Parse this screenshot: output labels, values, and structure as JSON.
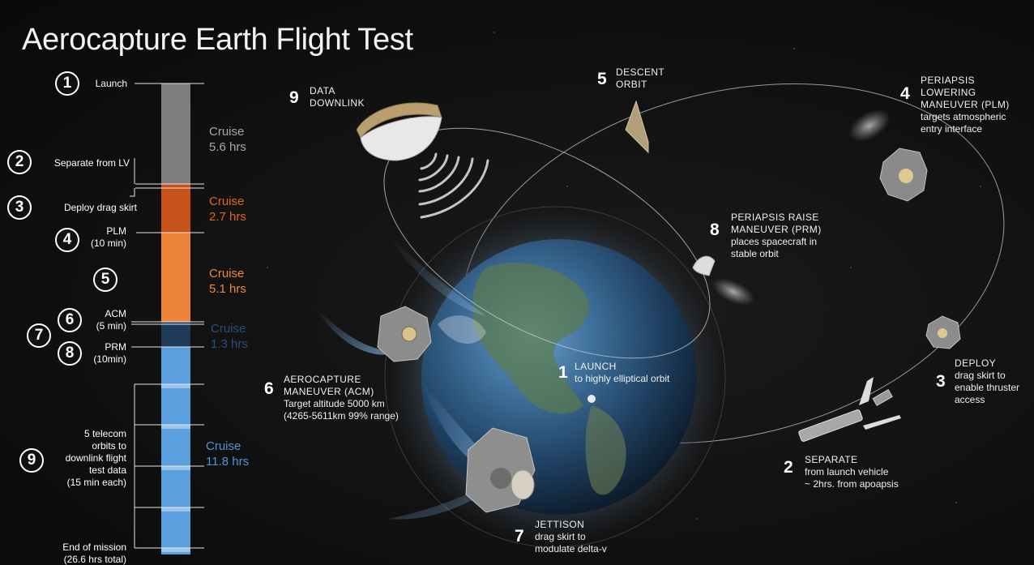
{
  "title": "Aerocapture Earth Flight Test",
  "timeline": {
    "markers": [
      {
        "num": "1",
        "label": "Launch"
      },
      {
        "num": "2",
        "label": "Separate from LV"
      },
      {
        "num": "3",
        "label": "Deploy drag skirt"
      },
      {
        "num": "4",
        "label": "PLM",
        "sub": "(10 min)"
      },
      {
        "num": "5"
      },
      {
        "num": "6",
        "label": "ACM",
        "sub": "(5 min)"
      },
      {
        "num": "7"
      },
      {
        "num": "8",
        "label": "PRM",
        "sub": "(10min)"
      },
      {
        "num": "9",
        "lines": [
          "5 telecom",
          "orbits to",
          "downlink flight",
          "test data",
          "(15 min each)"
        ]
      }
    ],
    "end": {
      "label": "End of mission",
      "sub": "(26.6 hrs total)"
    },
    "cruises": [
      {
        "label": "Cruise",
        "duration": "5.6 hrs",
        "color": "#9a9a9a"
      },
      {
        "label": "Cruise",
        "duration": "2.7 hrs",
        "color": "#e2661c"
      },
      {
        "label": "Cruise",
        "duration": "5.1 hrs",
        "color": "#ef8a3a"
      },
      {
        "label": "Cruise",
        "duration": "1.3 hrs",
        "color": "#2c4f7a"
      },
      {
        "label": "Cruise",
        "duration": "11.8 hrs",
        "color": "#4f95d6"
      }
    ],
    "bar_colors": {
      "cruise1": "#7d7d7d",
      "cruise2": "#c8531a",
      "cruise3": "#ee843a",
      "cruise4": "#1f3b5c",
      "cruise5": "#5aa0de"
    }
  },
  "steps": [
    {
      "num": "1",
      "title": "LAUNCH",
      "desc": [
        "to highly elliptical orbit"
      ]
    },
    {
      "num": "2",
      "title": "SEPARATE",
      "desc": [
        "from launch vehicle",
        "~ 2hrs. from apoapsis"
      ]
    },
    {
      "num": "3",
      "title": "DEPLOY",
      "desc": [
        "drag skirt to",
        "enable thruster",
        "access"
      ]
    },
    {
      "num": "4",
      "title": "PERIAPSIS",
      "title2": "LOWERING",
      "title3": "MANEUVER (PLM)",
      "desc": [
        "targets atmospheric",
        "entry interface"
      ]
    },
    {
      "num": "5",
      "title": "DESCENT",
      "title2": "ORBIT"
    },
    {
      "num": "6",
      "title": "AEROCAPTURE",
      "title2": "MANEUVER (ACM)",
      "desc": [
        "Target altitude 5000 km",
        "(4265-5611km 99% range)"
      ]
    },
    {
      "num": "7",
      "title": "JETTISON",
      "desc": [
        "drag skirt to",
        "modulate delta-v"
      ]
    },
    {
      "num": "8",
      "title": "PERIAPSIS RAISE",
      "title2": "MANEUVER (PRM)",
      "desc": [
        "places spacecraft in",
        "stable orbit"
      ]
    },
    {
      "num": "9",
      "title": "DATA",
      "title2": "DOWNLINK"
    }
  ]
}
